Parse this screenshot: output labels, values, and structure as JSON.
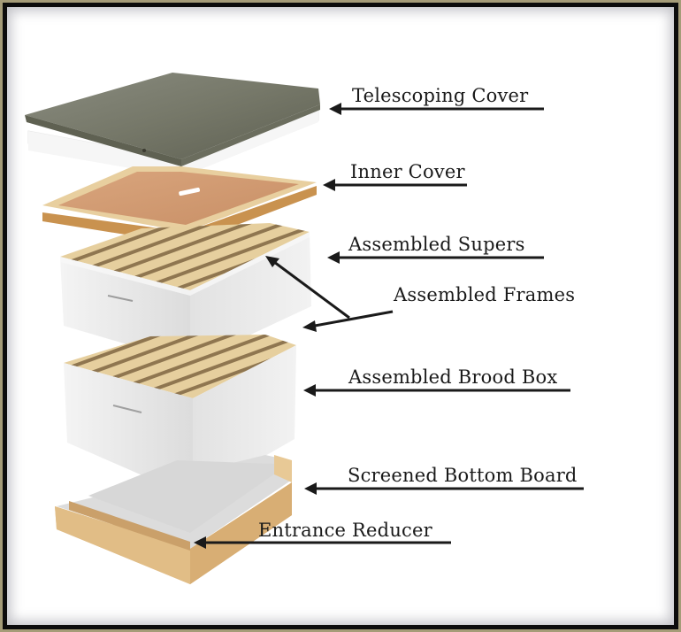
{
  "diagram": {
    "subject": "Beehive components (exploded view)",
    "parts": [
      {
        "id": "telescoping-cover",
        "label": "Telescoping Cover"
      },
      {
        "id": "inner-cover",
        "label": "Inner Cover"
      },
      {
        "id": "assembled-supers",
        "label": "Assembled Supers"
      },
      {
        "id": "assembled-frames",
        "label": "Assembled Frames"
      },
      {
        "id": "assembled-brood-box",
        "label": "Assembled Brood Box"
      },
      {
        "id": "screened-bottom-board",
        "label": "Screened Bottom Board"
      },
      {
        "id": "entrance-reducer",
        "label": "Entrance Reducer"
      }
    ]
  },
  "colors": {
    "frame_outer": "#a59c78",
    "frame_inner": "#0c0c0c",
    "metal_cover": "#7b7d72",
    "wood_light": "#e2c89a",
    "wood_dark": "#c79a6a",
    "box_white": "#eeeeee",
    "label_text": "#1a1a1a"
  }
}
